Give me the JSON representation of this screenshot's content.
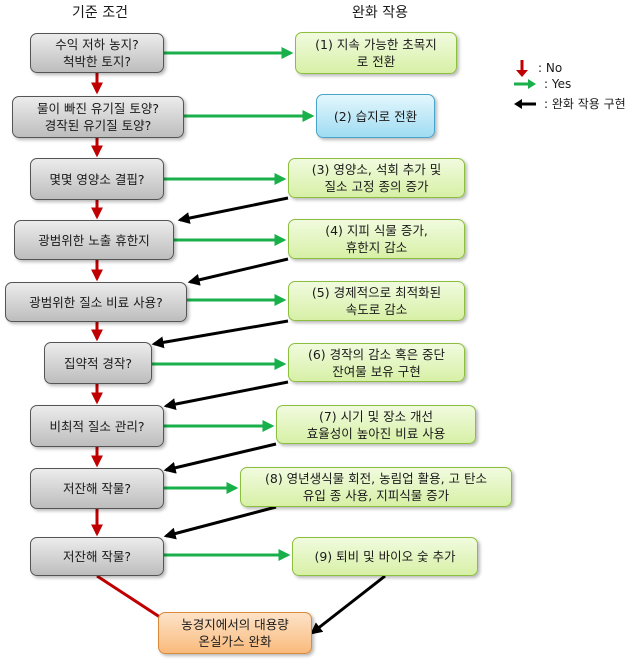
{
  "headers": {
    "left": "기준 조건",
    "right": "완화 작용"
  },
  "conditions": [
    "수익 저하 농지?\n척박한 토지?",
    "물이 빠진 유기질 토양?\n경작된 유기질 토양?",
    "몇몇 영양소 결핍?",
    "광범위한 노출 휴한지",
    "광범위한 질소 비료 사용?",
    "집약적 경작?",
    "비최적 질소 관리?",
    "저잔해 작물?",
    "저잔해 작물?"
  ],
  "actions": [
    "(1) 지속 가능한 초목지\n로 전환",
    "(2) 습지로 전환",
    "(3) 영양소, 석회 추가 및\n질소 고정 종의 증가",
    "(4) 지피 식물 증가,\n휴한지 감소",
    "(5) 경제적으로 최적화된\n속도로 감소",
    "(6) 경작의 감소 혹은 중단\n잔여물 보유 구현",
    "(7) 시기 및 장소 개선\n효율성이 높아진 비료 사용",
    "(8) 영년생식물 회전, 농림업 활용, 고 탄소\n유입 종 사용, 지피식물 증가",
    "(9) 퇴비 및 바이오 숯 추가"
  ],
  "result": "농경지에서의 대용량\n온실가스 완화",
  "legend": {
    "no": ": No",
    "yes": ": Yes",
    "implement": ": 완화 작용 구현"
  },
  "colors": {
    "no": "#c00000",
    "yes": "#19b04b",
    "implement": "#000000"
  }
}
